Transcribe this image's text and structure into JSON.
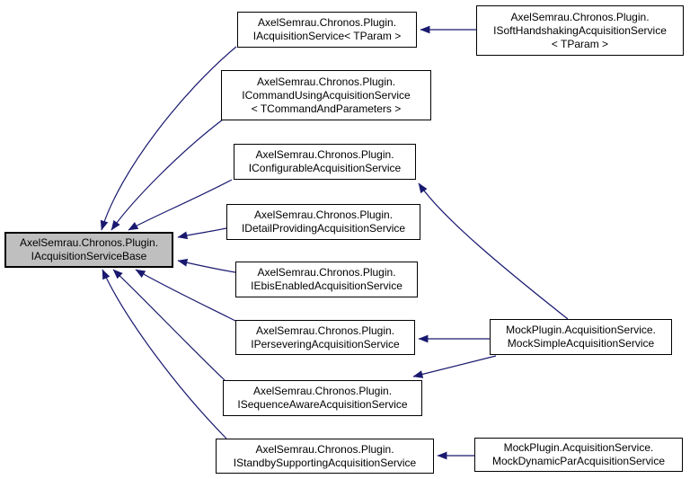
{
  "diagram": {
    "type": "inheritance-graph",
    "description": "Doxygen collaboration/inheritance diagram for IAcquisitionServiceBase"
  },
  "colors": {
    "arrow": "#191970",
    "node_border": "#000000",
    "node_fill": "#ffffff",
    "highlight_fill": "#bfbfbf",
    "background": "#ffffff"
  },
  "nodes": {
    "base": {
      "label": "AxelSemrau.Chronos.Plugin.\nIAcquisitionServiceBase",
      "highlighted": true
    },
    "acqservice": {
      "label": "AxelSemrau.Chronos.Plugin.\nIAcquisitionService< TParam >",
      "highlighted": false
    },
    "softhandshaking": {
      "label": "AxelSemrau.Chronos.Plugin.\nISoftHandshakingAcquisitionService\n< TParam >",
      "highlighted": false
    },
    "commandusing": {
      "label": "AxelSemrau.Chronos.Plugin.\nICommandUsingAcquisitionService\n< TCommandAndParameters >",
      "highlighted": false
    },
    "configurable": {
      "label": "AxelSemrau.Chronos.Plugin.\nIConfigurableAcquisitionService",
      "highlighted": false
    },
    "detailproviding": {
      "label": "AxelSemrau.Chronos.Plugin.\nIDetailProvidingAcquisitionService",
      "highlighted": false
    },
    "ebisenabled": {
      "label": "AxelSemrau.Chronos.Plugin.\nIEbisEnabledAcquisitionService",
      "highlighted": false
    },
    "persevering": {
      "label": "AxelSemrau.Chronos.Plugin.\nIPerseveringAcquisitionService",
      "highlighted": false
    },
    "mocksimple": {
      "label": "MockPlugin.AcquisitionService.\nMockSimpleAcquisitionService",
      "highlighted": false
    },
    "sequenceaware": {
      "label": "AxelSemrau.Chronos.Plugin.\nISequenceAwareAcquisitionService",
      "highlighted": false
    },
    "standbysupporting": {
      "label": "AxelSemrau.Chronos.Plugin.\nIStandbySupportingAcquisitionService",
      "highlighted": false
    },
    "mockdynamicpar": {
      "label": "MockPlugin.AcquisitionService.\nMockDynamicParAcquisitionService",
      "highlighted": false
    }
  },
  "edges": [
    {
      "from": "acqservice",
      "to": "base"
    },
    {
      "from": "commandusing",
      "to": "base"
    },
    {
      "from": "configurable",
      "to": "base"
    },
    {
      "from": "detailproviding",
      "to": "base"
    },
    {
      "from": "ebisenabled",
      "to": "base"
    },
    {
      "from": "persevering",
      "to": "base"
    },
    {
      "from": "sequenceaware",
      "to": "base"
    },
    {
      "from": "standbysupporting",
      "to": "base"
    },
    {
      "from": "softhandshaking",
      "to": "acqservice"
    },
    {
      "from": "mocksimple",
      "to": "configurable"
    },
    {
      "from": "mocksimple",
      "to": "persevering"
    },
    {
      "from": "mocksimple",
      "to": "sequenceaware"
    },
    {
      "from": "mockdynamicpar",
      "to": "standbysupporting"
    }
  ]
}
